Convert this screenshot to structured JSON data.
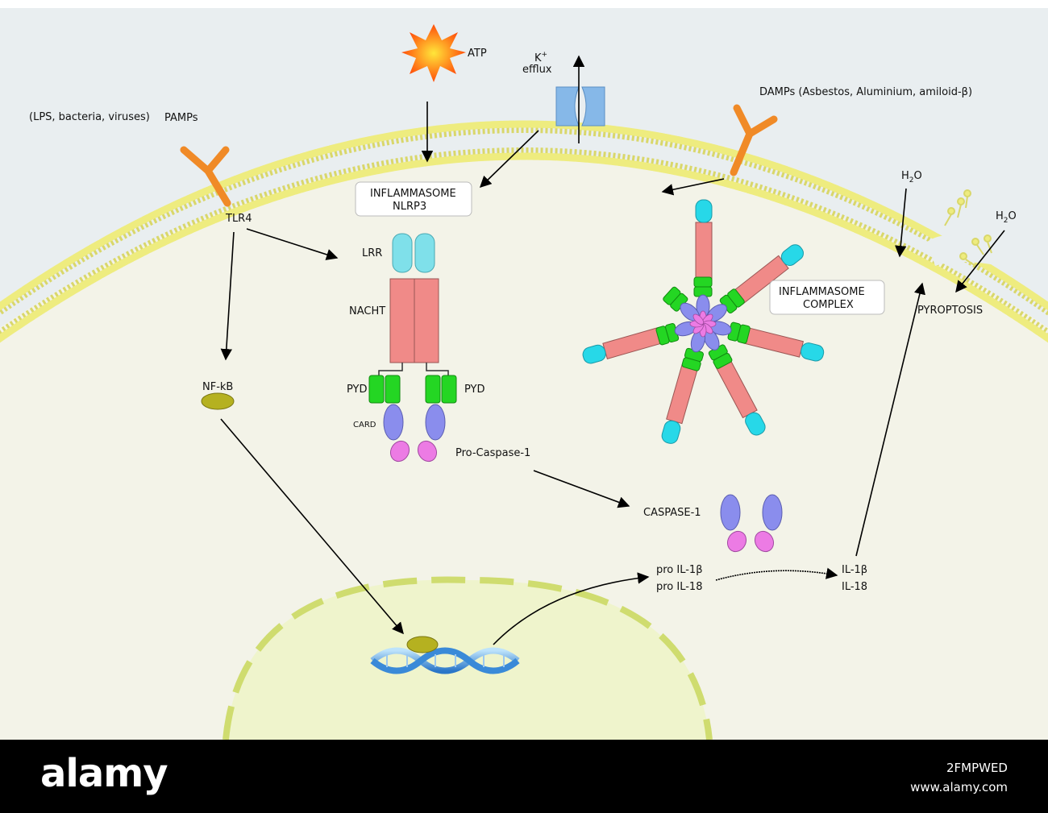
{
  "labels": {
    "pamps": "PAMPs",
    "pamps_sources": "(LPS, bacteria, viruses)",
    "tlr4": "TLR4",
    "nfkb": "NF-kB",
    "atp": "ATP",
    "k_ion": "K",
    "k_charge": "+",
    "efflux": "efflux",
    "damps": "DAMPs (Asbestos, Aluminium, amiloid-β)",
    "inflammasome_line1": "INFLAMMASOME",
    "inflammasome_line2": "NLRP3",
    "lrr": "LRR",
    "nacht": "NACHT",
    "pyd_left": "PYD",
    "pyd_right": "PYD",
    "card": "CARD",
    "pro_caspase": "Pro-Caspase-1",
    "complex_line1": "INFLAMMASOME",
    "complex_line2": "COMPLEX",
    "caspase": "CASPASE-1",
    "pro_il1b": "pro IL-1β",
    "pro_il18": "pro IL-18",
    "il1b": "IL-1β",
    "il18": "IL-18",
    "h2o_1": "H",
    "h2o_1_sub": "2",
    "h2o_1_o": "O",
    "h2o_2": "H",
    "h2o_2_sub": "2",
    "h2o_2_o": "O",
    "pyroptosis": "PYROPTOSIS"
  },
  "stock": {
    "logo": "alamy",
    "image_id": "2FMPWED",
    "url": "www.alamy.com"
  },
  "colors": {
    "cytoplasm": "#f3f3e8",
    "outside": "#e9eef0",
    "membrane_head": "#ecea7e",
    "nucleus": "#eff4cc",
    "nucleus_border": "#cfdc6f",
    "lrr": "#7fe0ea",
    "nacht": "#f08a88",
    "pyd": "#24d623",
    "card": "#8a8ded",
    "caspase_tail": "#ec7be4",
    "receptor": "#f08a27",
    "channel": "#86b8e8",
    "nfkb": "#b5b120"
  }
}
